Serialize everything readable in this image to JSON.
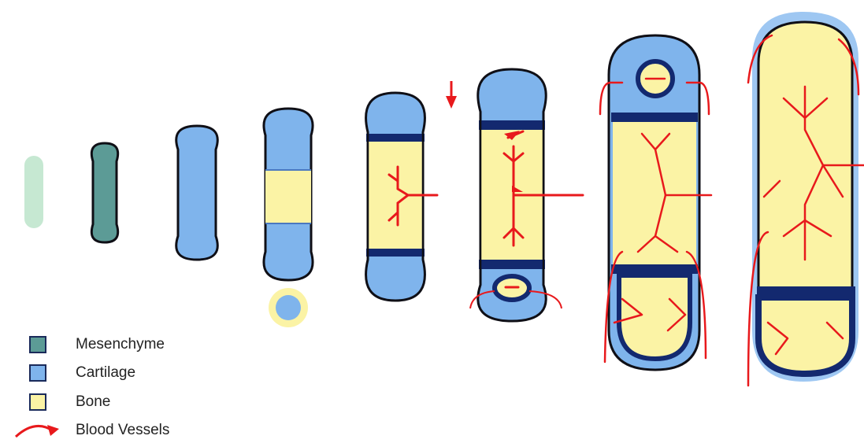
{
  "colors": {
    "mesenchyme_faint": "#c6e8d2",
    "mesenchyme": "#5c9b96",
    "cartilage": "#7fb4ec",
    "cartilage_light": "#9ec7f2",
    "bone": "#fbf3a5",
    "growth_plate": "#13296f",
    "outline": "#0f0f16",
    "vessel": "#e8191c"
  },
  "legend": [
    {
      "id": "mesenchyme",
      "label": "Mesenchyme",
      "swatch_color": "#5c9b96"
    },
    {
      "id": "cartilage",
      "label": "Cartilage",
      "swatch_color": "#7fb4ec"
    },
    {
      "id": "bone",
      "label": "Bone",
      "swatch_color": "#fbf3a5"
    },
    {
      "id": "blood-vessels",
      "label": "Blood Vessels",
      "swatch_color": "#e8191c"
    }
  ]
}
